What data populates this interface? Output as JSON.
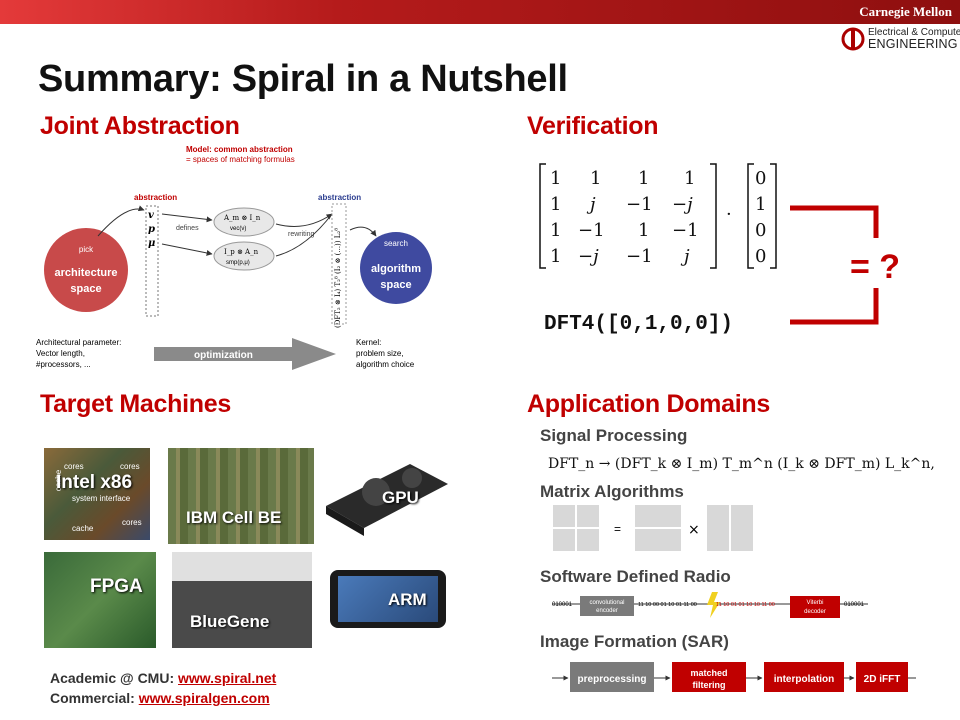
{
  "header": {
    "org": "Carnegie Mellon",
    "dept_line1": "Electrical & Computer",
    "dept_line2": "ENGINEERING"
  },
  "title": "Summary: Spiral in a Nutshell",
  "sections": {
    "joint": "Joint Abstraction",
    "verification": "Verification",
    "targets": "Target Machines",
    "domains": "Application Domains"
  },
  "abstraction": {
    "model_line1": "Model: common abstraction",
    "model_line2": "= spaces of matching formulas",
    "abstraction_left": "abstraction",
    "abstraction_right": "abstraction",
    "params": [
      "v",
      "p",
      "μ"
    ],
    "defines": "defines",
    "rewriting": "rewriting",
    "pick": "pick",
    "search": "search",
    "arch_space_1": "architecture",
    "arch_space_2": "space",
    "alg_space_1": "algorithm",
    "alg_space_2": "space",
    "formula_top": "A_m ⊗ I_n",
    "formula_top_sub": "vec(ν)",
    "formula_bottom": "I_p ⊗ A_n",
    "formula_bottom_sub": "smp(p,μ)",
    "vertical_formula": "(DFT₂ ⊗ I₄) T₂⁸ (I₂ ⊗ (...)) L₂⁸",
    "left_note": [
      "Architectural parameter:",
      "Vector length,",
      "#processors, ..."
    ],
    "optimization": "optimization",
    "right_note": [
      "Kernel:",
      "problem size,",
      "algorithm choice"
    ]
  },
  "verification": {
    "matrix": [
      [
        "1",
        "1",
        "1",
        "1"
      ],
      [
        "1",
        "j",
        "−1",
        "−j"
      ],
      [
        "1",
        "−1",
        "1",
        "−1"
      ],
      [
        "1",
        "−j",
        "−1",
        "j"
      ]
    ],
    "vector": [
      "0",
      "1",
      "0",
      "0"
    ],
    "dot": "·",
    "code": "DFT4([0,1,0,0])",
    "equals_q": "= ?"
  },
  "machines": {
    "intel": "Intel x86",
    "intel_cores": "cores",
    "intel_cache": "cache",
    "intel_sys": "system interface",
    "cell": "IBM Cell BE",
    "gpu": "GPU",
    "fpga": "FPGA",
    "bluegene": "BlueGene",
    "arm": "ARM"
  },
  "links": {
    "academic_label": "Academic @ CMU: ",
    "academic_url": "www.spiral.net",
    "commercial_label": "Commercial: ",
    "commercial_url": "www.spiralgen.com"
  },
  "domains": {
    "signal": "Signal Processing",
    "signal_formula": "DFT_n → (DFT_k ⊗ I_m) T_m^n (I_k ⊗ DFT_m) L_k^n,",
    "matrix": "Matrix Algorithms",
    "matrix_eq": "=",
    "matrix_times": "×",
    "sdr": "Software Defined Radio",
    "sdr_bits_left": "010001",
    "sdr_encoder": [
      "convolutional",
      "encoder"
    ],
    "sdr_bits_mid": "11 10 00 01 10 01 11 00",
    "sdr_bits_mid2": "11 10 01 01 10 10 11 00",
    "sdr_decoder": [
      "Viterbi",
      "decoder"
    ],
    "sdr_bits_right": "010001",
    "sar": "Image Formation (SAR)",
    "sar_steps": [
      "preprocessing",
      "matched filtering",
      "interpolation",
      "2D iFFT"
    ]
  },
  "colors": {
    "accent": "#c00000",
    "arch_space": "#c84a4a",
    "alg_space": "#3f4aa0"
  }
}
